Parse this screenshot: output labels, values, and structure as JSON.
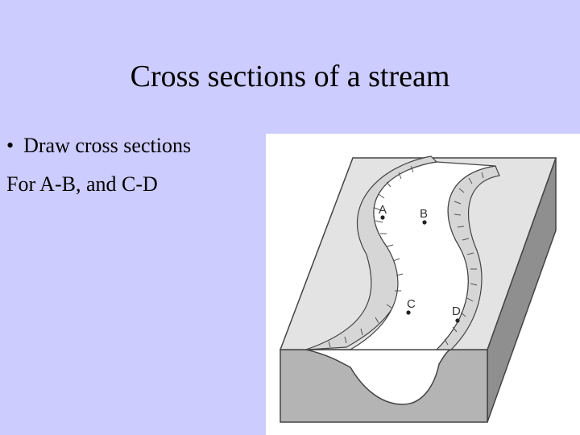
{
  "slide": {
    "title": "Cross sections of a stream",
    "bullet_symbol": "•",
    "bullet_text": "Draw cross sections",
    "body_text": "For A-B, and C-D"
  },
  "figure": {
    "points": [
      {
        "id": "A",
        "label": "A"
      },
      {
        "id": "B",
        "label": "B"
      },
      {
        "id": "C",
        "label": "C"
      },
      {
        "id": "D",
        "label": "D"
      }
    ],
    "colors": {
      "background": "#ccccfe",
      "top_surface": "#e3e3e3",
      "front_face": "#b4b4b4",
      "side_face": "#8f8f8f",
      "bank_slope": "#d6d6d6",
      "channel": "#ffffff",
      "outline": "#444444"
    }
  }
}
